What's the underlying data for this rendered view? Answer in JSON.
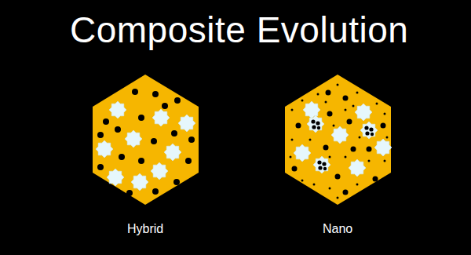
{
  "diagram": {
    "title": "Composite Evolution",
    "labels": [
      "Hybrid",
      "Nano"
    ]
  }
}
